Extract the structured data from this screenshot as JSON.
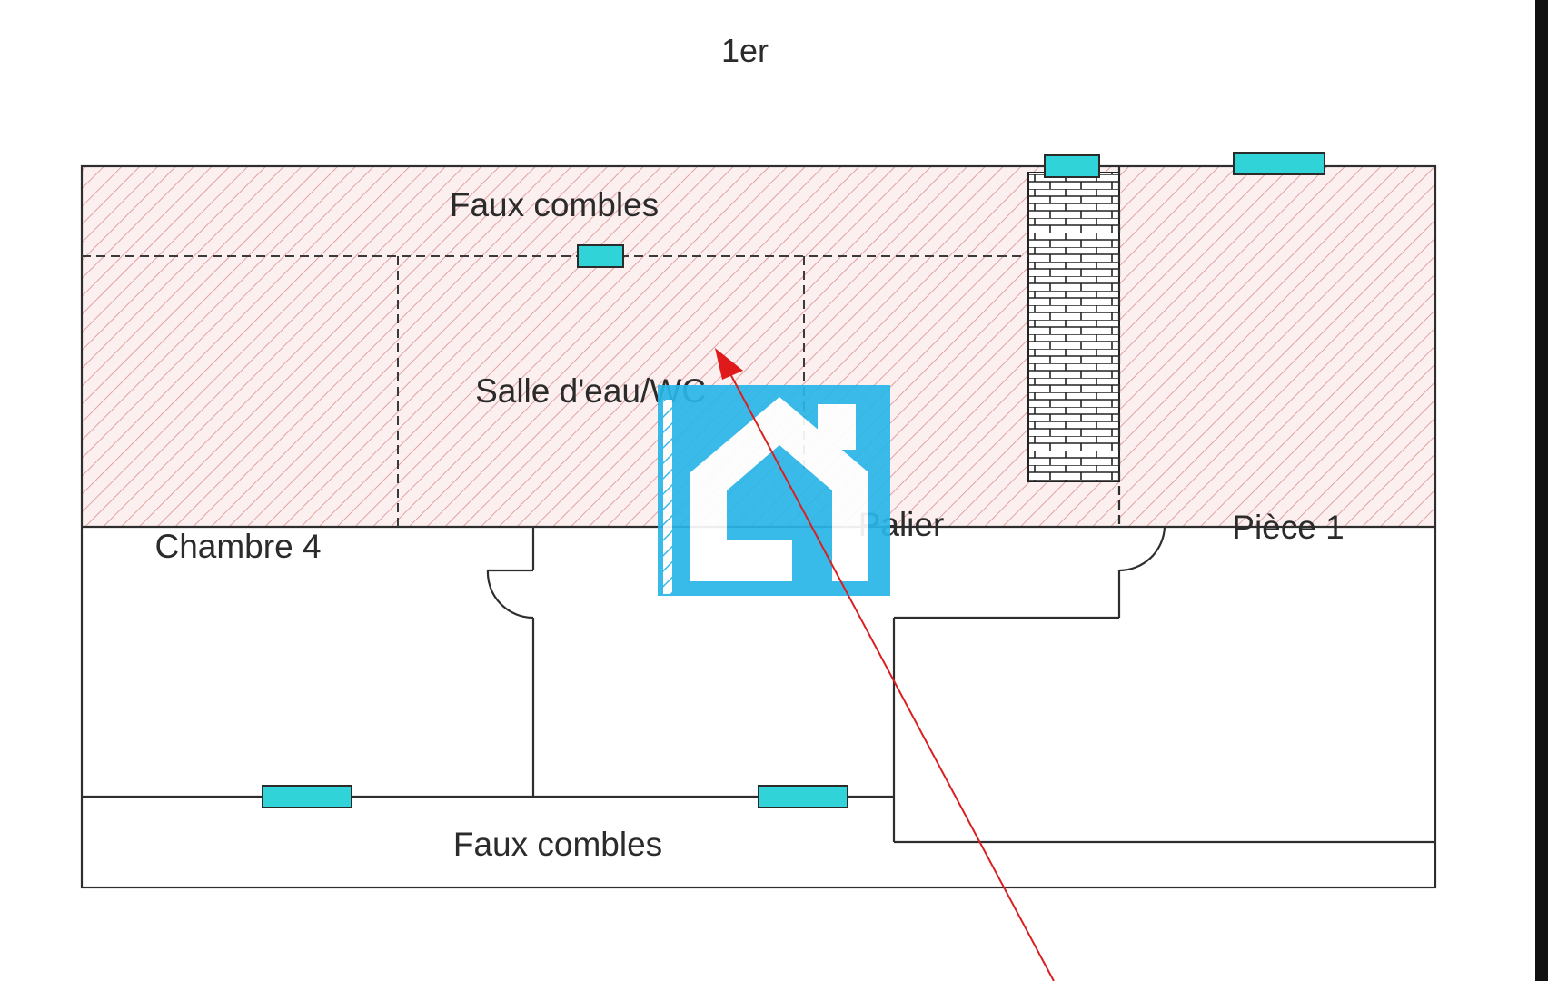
{
  "plan": {
    "title": "1er",
    "rooms": {
      "attic_top": "Faux combles",
      "bathroom": "Salle d'eau/WC",
      "bedroom": "Chambre 4",
      "landing": "Palier",
      "room1": "Pièce 1",
      "attic_bottom": "Faux combles"
    }
  },
  "colors": {
    "hatch": "#e8a6a6",
    "hatch_fill": "#fbeaea",
    "window": "#2fd3d8",
    "logo": "#29b6e8",
    "arrow": "#d92020"
  },
  "icons": {
    "logo": "house-logo-icon",
    "arrow": "red-arrow-icon",
    "chimney": "brick-chimney-icon"
  }
}
